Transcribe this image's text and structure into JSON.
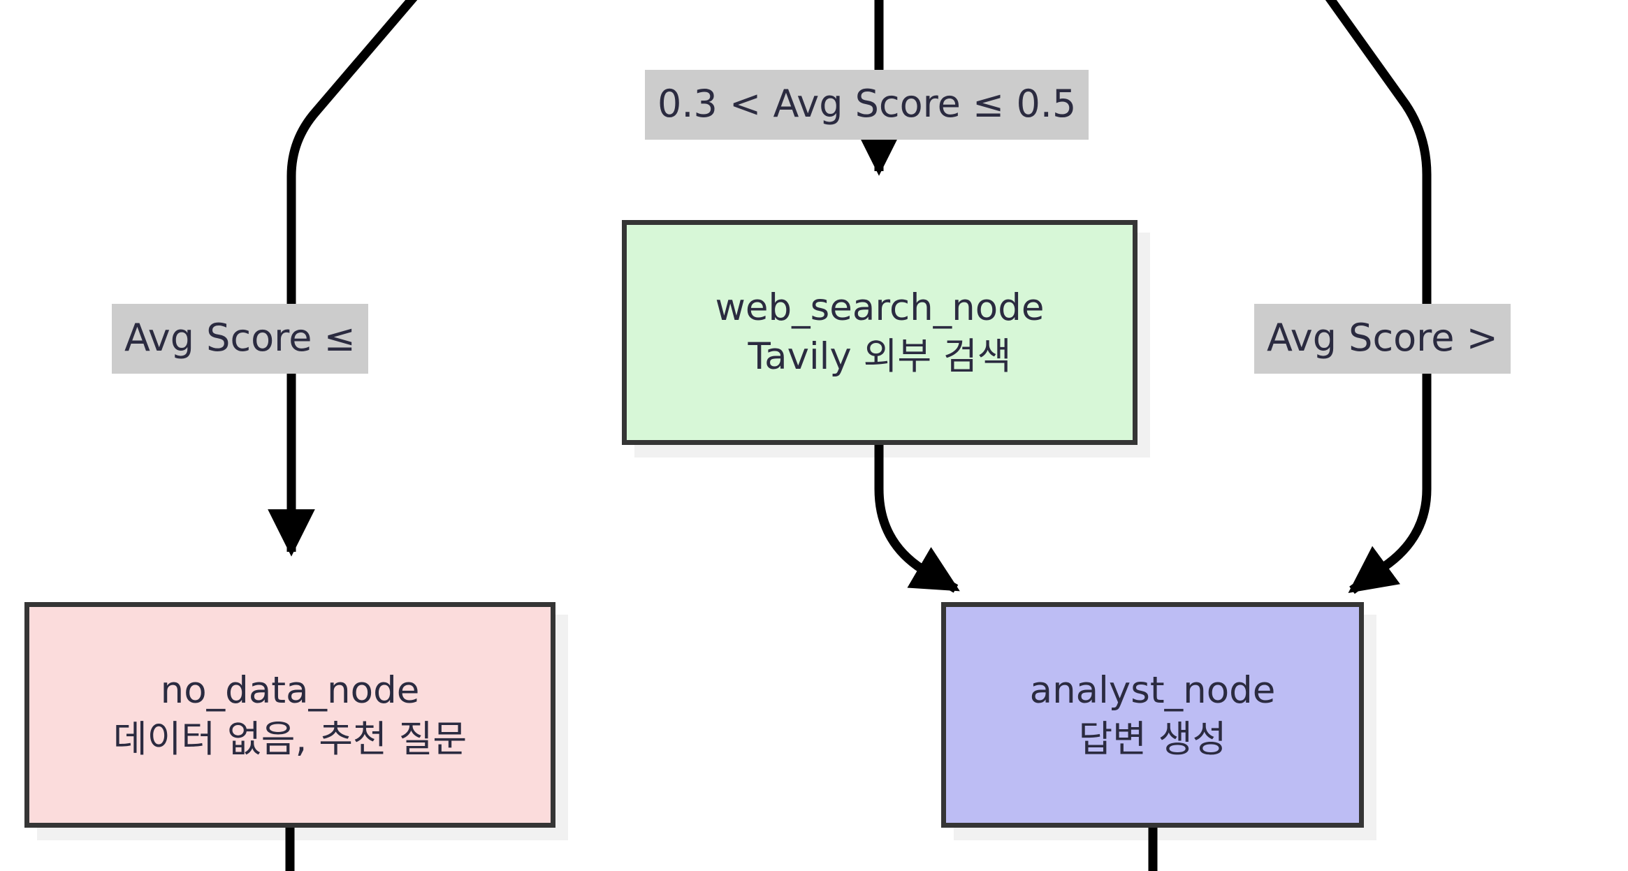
{
  "diagram": {
    "type": "flowchart",
    "title": "LangGraph routing flowchart (partial view)",
    "background_color": "#ffffff",
    "node_border_color": "#353535",
    "node_text_color": "#2b2b40",
    "edge_color": "#000000",
    "edge_label_background": "#cccccc",
    "nodes": [
      {
        "id": "web_search_node",
        "line1": "web_search_node",
        "line2": "Tavily 외부 검색",
        "fill": "#d7f7d7"
      },
      {
        "id": "no_data_node",
        "line1": "no_data_node",
        "line2": "데이터 없음, 추천 질문",
        "fill": "#fbdcdc"
      },
      {
        "id": "analyst_node",
        "line1": "analyst_node",
        "line2": "답변 생성",
        "fill": "#bdbdf4"
      }
    ],
    "edge_labels": [
      {
        "id": "mid",
        "text": "0.3 < Avg Score ≤ 0.5"
      },
      {
        "id": "left",
        "text": "Avg Score ≤"
      },
      {
        "id": "right",
        "text": "Avg Score >"
      }
    ],
    "edges": [
      {
        "from": "router",
        "to": "no_data_node",
        "label": "Avg Score ≤"
      },
      {
        "from": "router",
        "to": "web_search_node",
        "label": "0.3 < Avg Score ≤ 0.5"
      },
      {
        "from": "router",
        "to": "analyst_node",
        "label": "Avg Score >"
      },
      {
        "from": "web_search_node",
        "to": "analyst_node",
        "label": ""
      },
      {
        "from": "no_data_node",
        "to": "below",
        "label": ""
      },
      {
        "from": "analyst_node",
        "to": "below",
        "label": ""
      }
    ]
  }
}
